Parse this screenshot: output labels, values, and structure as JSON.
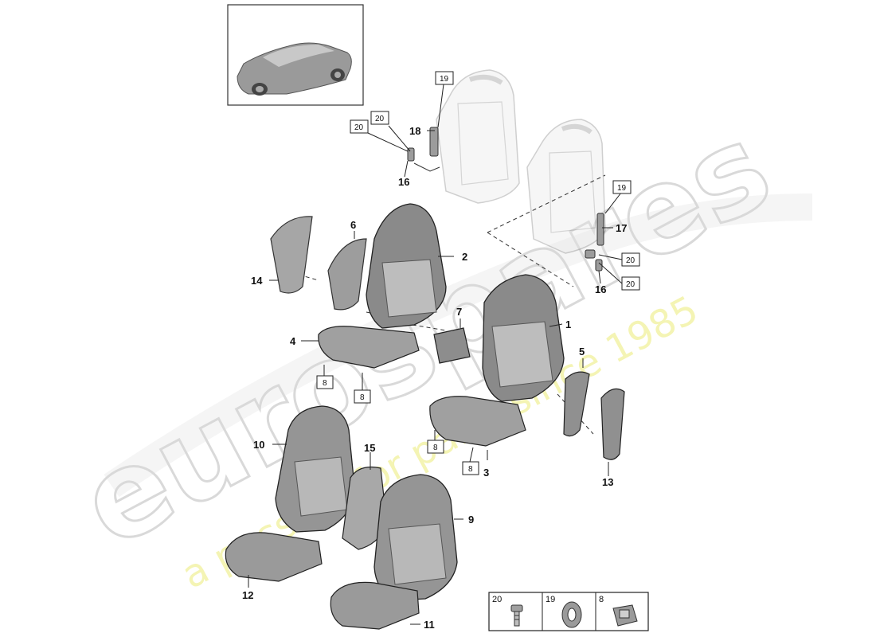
{
  "watermark": {
    "brand": "eurospares",
    "tagline": "a passion for parts since 1985",
    "brand_color": "#d9d9d9",
    "tagline_color": "#f3f3a8"
  },
  "thumbnail": {
    "icon": "car-thumbnail-icon"
  },
  "callouts": {
    "c1": "1",
    "c2": "2",
    "c3": "3",
    "c4": "4",
    "c5": "5",
    "c6": "6",
    "c7": "7",
    "c9": "9",
    "c10": "10",
    "c11": "11",
    "c12": "12",
    "c13": "13",
    "c14": "14",
    "c15": "15",
    "c16a": "16",
    "c16b": "16",
    "c17": "17",
    "c18": "18"
  },
  "boxed_refs": {
    "b19a": "19",
    "b19b": "19",
    "b20a": "20",
    "b20b": "20",
    "b20c": "20",
    "b20d": "20",
    "b8a": "8",
    "b8b": "8",
    "b8c": "8",
    "b8d": "8"
  },
  "legend": [
    {
      "number": "20",
      "icon": "bolt-icon"
    },
    {
      "number": "19",
      "icon": "grommet-icon"
    },
    {
      "number": "8",
      "icon": "clip-icon"
    }
  ]
}
